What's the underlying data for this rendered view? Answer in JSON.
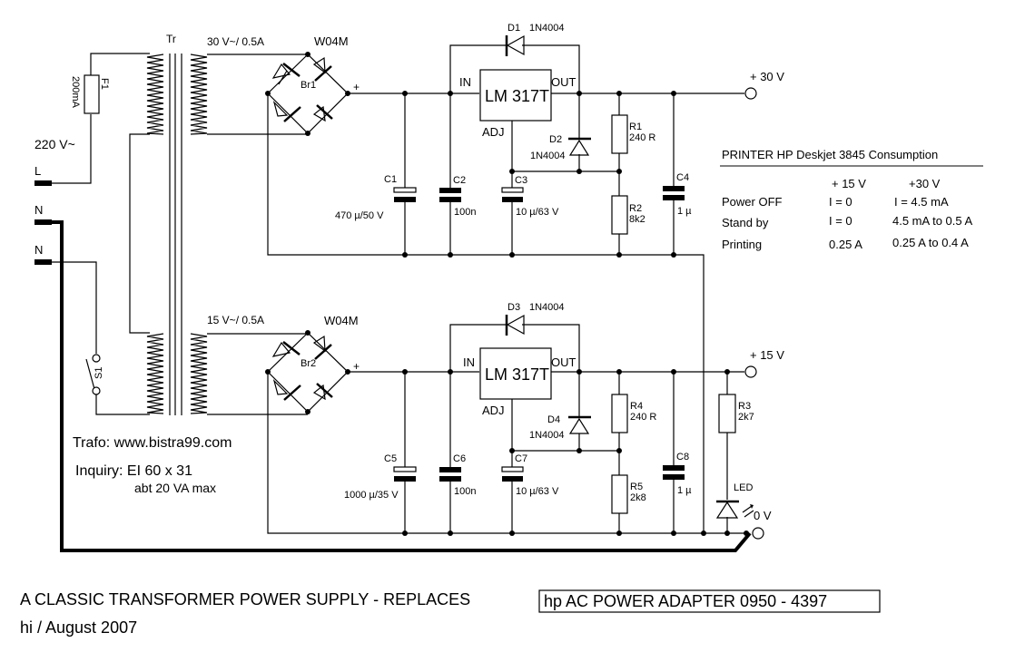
{
  "title": {
    "main": "A CLASSIC TRANSFORMER POWER SUPPLY  - REPLACES",
    "boxed": "hp AC POWER ADAPTER  0950 - 4397",
    "byline": "hi / August 2007"
  },
  "mains": {
    "voltage": "220 V~",
    "terminal_L": "L",
    "terminal_N1": "N",
    "terminal_N2": "N",
    "fuse_ref": "F1",
    "fuse_value": "200mA",
    "switch_ref": "S1"
  },
  "transformer": {
    "ref": "Tr",
    "secondary1": "30 V~/ 0.5A",
    "secondary2": "15 V~/ 0.5A",
    "note_trafo": "Trafo: www.bistra99.com",
    "note_inquiry": "Inquiry: EI 60 x 31",
    "note_power": "abt 20 VA max"
  },
  "upper_circuit": {
    "bridge_type": "W04M",
    "bridge_ref": "Br1",
    "plus": "+",
    "regulator": "LM 317T",
    "pin_in": "IN",
    "pin_out": "OUT",
    "pin_adj": "ADJ",
    "d1_ref": "D1",
    "d1_type": "1N4004",
    "d2_ref": "D2",
    "d2_type": "1N4004",
    "c1_ref": "C1",
    "c1_value": "470 µ/50 V",
    "c2_ref": "C2",
    "c2_value": "100n",
    "c3_ref": "C3",
    "c3_value": "10 µ/63 V",
    "c4_ref": "C4",
    "c4_value": "1 µ",
    "r1_ref": "R1",
    "r1_value": "240 R",
    "r2_ref": "R2",
    "r2_value": "8k2",
    "output": "+ 30 V"
  },
  "lower_circuit": {
    "bridge_type": "W04M",
    "bridge_ref": "Br2",
    "plus": "+",
    "regulator": "LM 317T",
    "pin_in": "IN",
    "pin_out": "OUT",
    "pin_adj": "ADJ",
    "d3_ref": "D3",
    "d3_type": "1N4004",
    "d4_ref": "D4",
    "d4_type": "1N4004",
    "c5_ref": "C5",
    "c5_value": "1000 µ/35 V",
    "c6_ref": "C6",
    "c6_value": "100n",
    "c7_ref": "C7",
    "c7_value": "10 µ/63 V",
    "c8_ref": "C8",
    "c8_value": "1 µ",
    "r4_ref": "R4",
    "r4_value": "240 R",
    "r5_ref": "R5",
    "r5_value": "2k8",
    "r3_ref": "R3",
    "r3_value": "2k7",
    "led": "LED",
    "output": "+ 15 V",
    "ground": "0 V"
  },
  "consumption_table": {
    "title": "PRINTER HP Deskjet 3845 Consumption",
    "columns": [
      "",
      "+ 15 V",
      "+30 V"
    ],
    "rows": [
      [
        "Power OFF",
        "I = 0",
        "I = 4.5 mA"
      ],
      [
        "Stand by",
        "I = 0",
        "4.5 mA to 0.5 A"
      ],
      [
        "Printing",
        "0.25 A",
        "0.25 A to 0.4 A"
      ]
    ]
  }
}
